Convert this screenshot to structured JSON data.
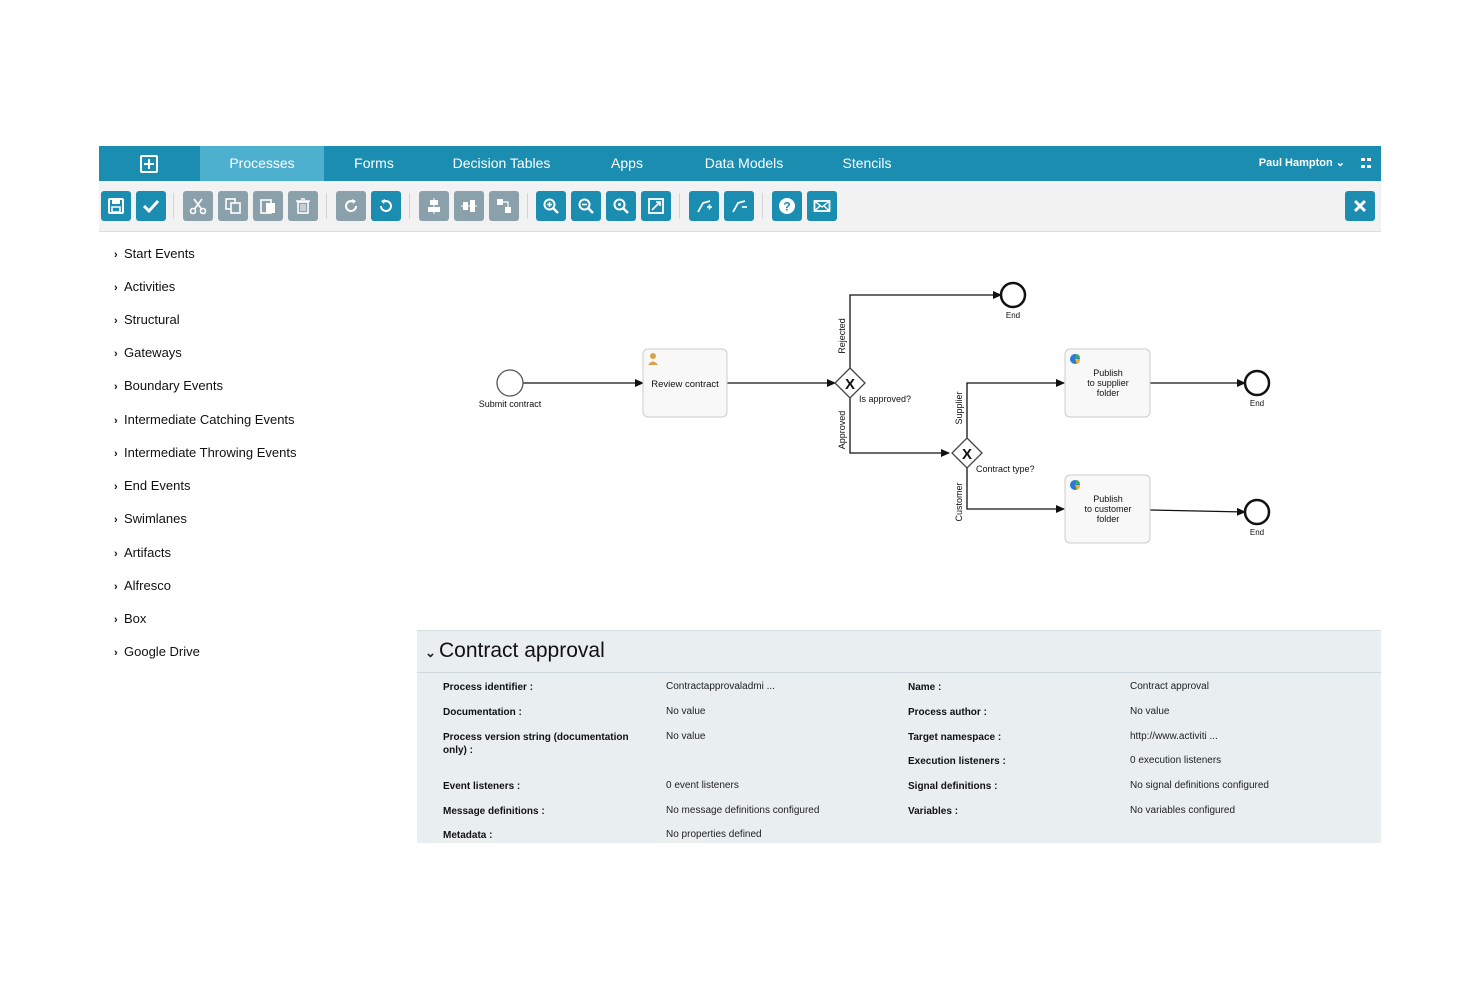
{
  "nav": {
    "tabs": [
      {
        "label": "Processes",
        "active": true
      },
      {
        "label": "Forms",
        "active": false
      },
      {
        "label": "Decision Tables",
        "active": false
      },
      {
        "label": "Apps",
        "active": false
      },
      {
        "label": "Data Models",
        "active": false
      },
      {
        "label": "Stencils",
        "active": false
      }
    ],
    "user": "Paul Hampton ⌄"
  },
  "palette": {
    "items": [
      "Start Events",
      "Activities",
      "Structural",
      "Gateways",
      "Boundary Events",
      "Intermediate Catching Events",
      "Intermediate Throwing Events",
      "End Events",
      "Swimlanes",
      "Artifacts",
      "Alfresco",
      "Box",
      "Google Drive"
    ]
  },
  "diagram": {
    "start_label": "Submit contract",
    "task_review": "Review contract",
    "gateway1_label": "Is approved?",
    "flow_rejected": "Rejected",
    "flow_approved": "Approved",
    "end_label": "End",
    "gateway2_label": "Contract type?",
    "flow_supplier": "Supplier",
    "flow_customer": "Customer",
    "task_supplier": [
      "Publish",
      "to supplier",
      "folder"
    ],
    "task_customer": [
      "Publish",
      "to customer",
      "folder"
    ]
  },
  "props": {
    "title": "Contract approval",
    "left": [
      {
        "label": "Process identifier :",
        "value": "Contractapprovaladmi ..."
      },
      {
        "label": "Documentation :",
        "value": "No value"
      },
      {
        "label": "Process version string (documentation",
        "label2": "only) :",
        "value": "No value"
      },
      {
        "label": "Event listeners :",
        "value": "0 event listeners"
      },
      {
        "label": "Message definitions :",
        "value": "No message definitions configured"
      },
      {
        "label": "Metadata :",
        "value": "No properties defined"
      }
    ],
    "right": [
      {
        "label": "Name :",
        "value": "Contract approval"
      },
      {
        "label": "Process author :",
        "value": "No value"
      },
      {
        "label": "Target namespace :",
        "value": "http://www.activiti ..."
      },
      {
        "label": "Execution listeners :",
        "value": "0 execution listeners"
      },
      {
        "label": "Signal definitions :",
        "value": "No signal definitions configured"
      },
      {
        "label": "Variables :",
        "value": "No variables configured"
      }
    ]
  },
  "colors": {
    "accent": "#1a8db0",
    "accent_light": "#4eb0cf"
  }
}
